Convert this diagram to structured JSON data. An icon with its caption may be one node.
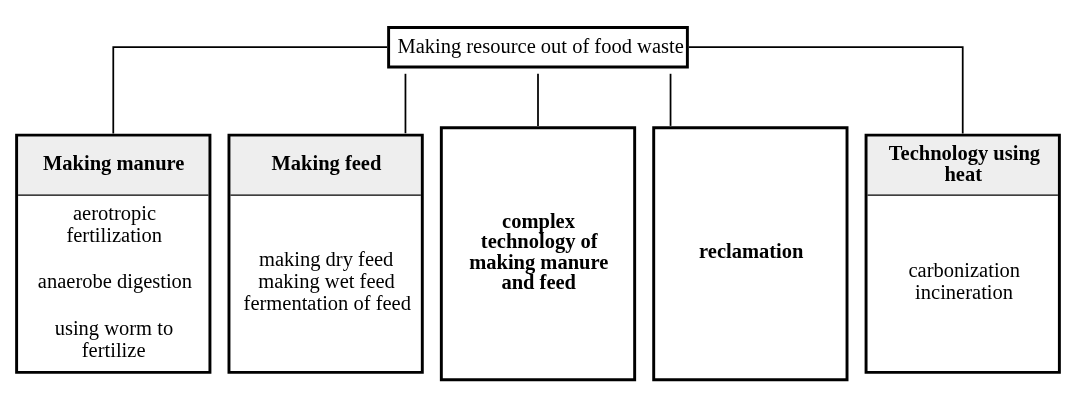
{
  "diagram": {
    "nodes": [
      {
        "text": [
          "Making resource out of food waste"
        ]
      },
      {
        "text": [
          "Making manure",
          "aerotropic fertilization",
          "anaerobe digestion",
          "using worm to fertilize"
        ]
      },
      {
        "text": [
          "Making feed",
          "making dry feed",
          "making wet feed",
          "fermentation of feed"
        ]
      },
      {
        "text": [
          "complex technology of making manure and feed"
        ]
      },
      {
        "text": [
          "reclamation"
        ]
      },
      {
        "text": [
          "Technology using heat",
          "carbonization",
          "incineration"
        ]
      }
    ],
    "edges": [
      {
        "from": 0,
        "to": 1,
        "arrow": "none"
      },
      {
        "from": 0,
        "to": 2,
        "arrow": "none"
      },
      {
        "from": 0,
        "to": 3,
        "arrow": "none"
      },
      {
        "from": 0,
        "to": 4,
        "arrow": "none"
      },
      {
        "from": 0,
        "to": 5,
        "arrow": "none"
      }
    ]
  }
}
